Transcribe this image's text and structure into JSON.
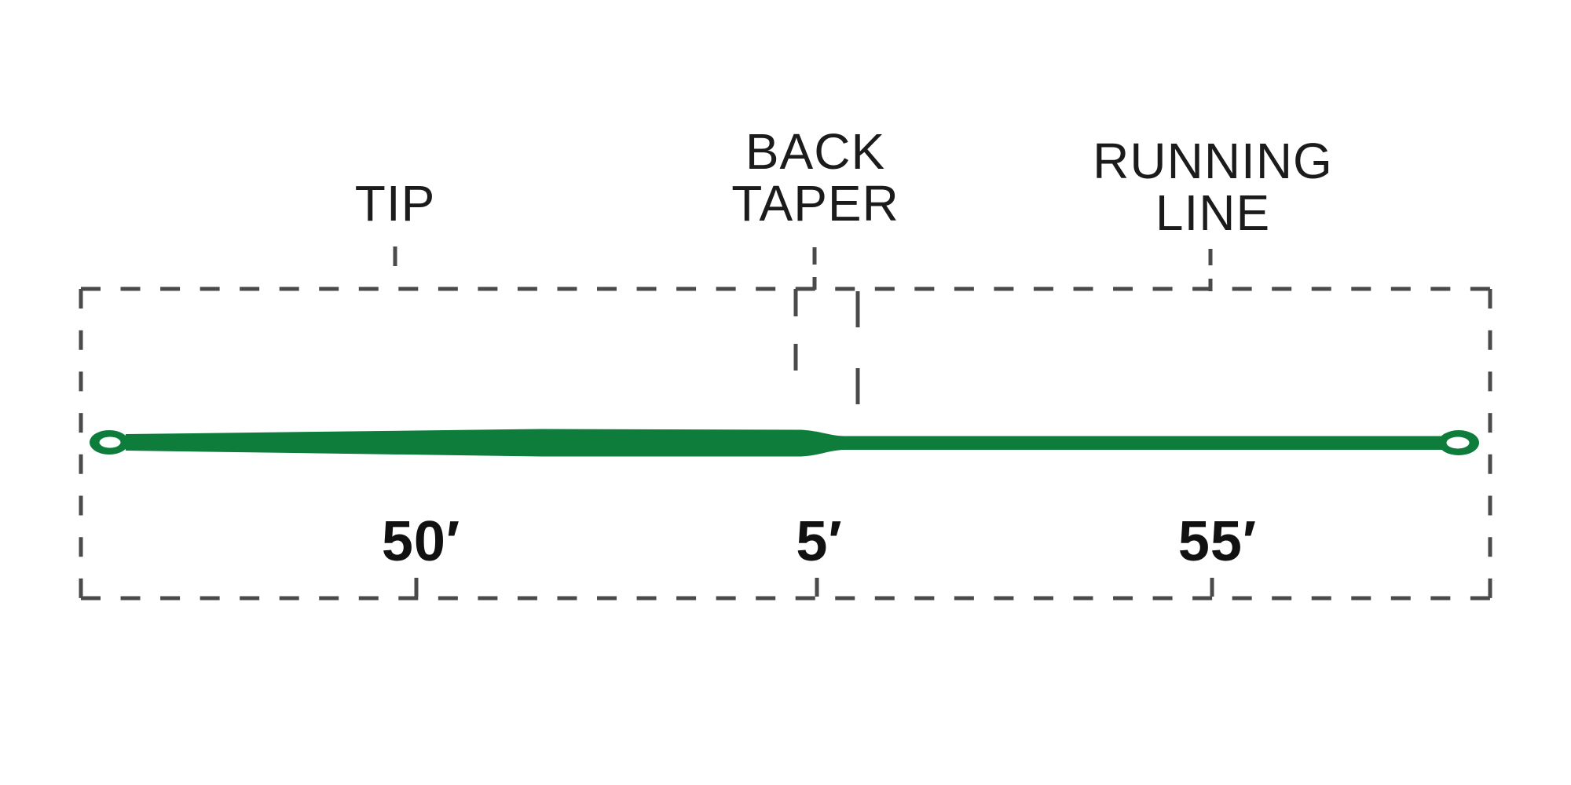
{
  "diagram": {
    "title": "fly line taper profile",
    "background": "#ffffff",
    "colors": {
      "line": "#0E7D3C",
      "loop_hole": "#ffffff",
      "dashes": "#4a4a4a",
      "text": "#1b1b1b"
    },
    "sections": [
      {
        "id": "tip",
        "label": "TIP",
        "label_lines": [
          "TIP",
          ""
        ],
        "length": "50′"
      },
      {
        "id": "back-taper",
        "label": "BACK TAPER",
        "label_lines": [
          "BACK",
          "TAPER"
        ],
        "length": "5′"
      },
      {
        "id": "running-line",
        "label": "RUNNING LINE",
        "label_lines": [
          "RUNNING",
          "LINE"
        ],
        "length": "55′"
      }
    ],
    "features": {
      "left_end": "welded-loop",
      "right_end": "welded-loop"
    }
  }
}
